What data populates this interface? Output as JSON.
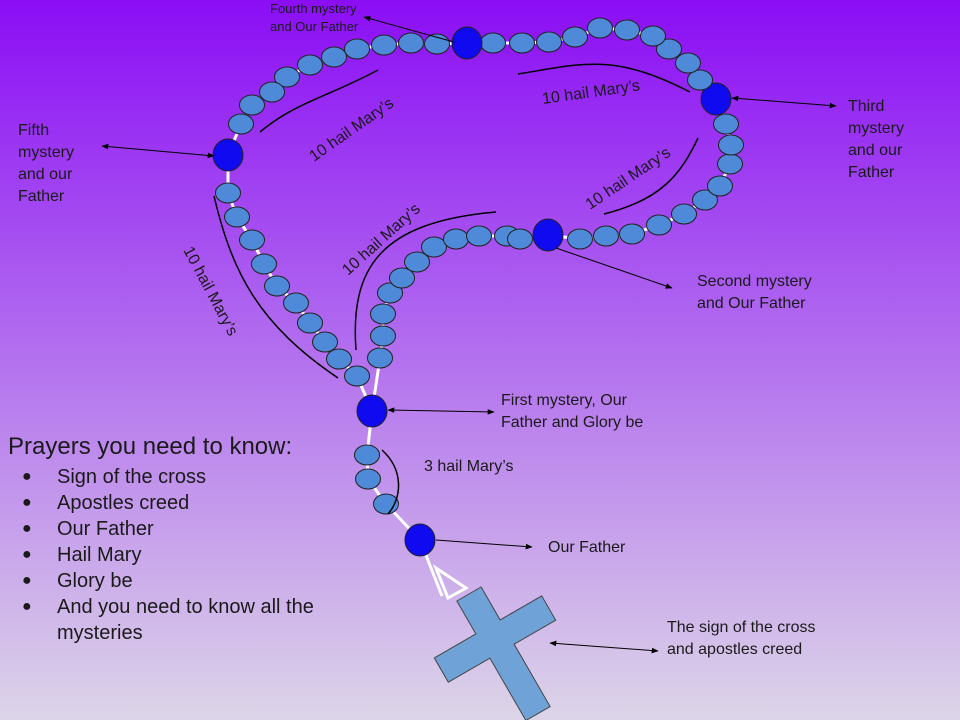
{
  "colors": {
    "bg_top": "#8b0df5",
    "bg_bottom": "#dcd5e8",
    "small_bead": "#4f8ad8",
    "big_bead": "#0f0af0",
    "cross": "#6fa3d8",
    "chain": "#ffffff",
    "bracket": "#000000"
  },
  "labels": {
    "fourth": "Fourth mystery and Our Father",
    "fifth": "Fifth mystery and our Father",
    "third": "Third mystery and our Father",
    "second": "Second mystery and Our Father",
    "first": "First mystery, Our Father and Glory be",
    "three_hail": "3 hail Mary’s",
    "our_father": "Our Father",
    "cross": "The sign of the cross and apostles creed"
  },
  "decade_labels": [
    "10 hail Mary’s",
    "10 hail Mary’s",
    "10 hail Mary’s",
    "10 hail Mary’s",
    "10 hail Mary’s"
  ],
  "prayers": {
    "title": "Prayers you need to know:",
    "items": [
      "Sign of the cross",
      "Apostles creed",
      "Our Father",
      "Hail Mary",
      "Glory be",
      "And you need to know all the mysteries"
    ]
  },
  "bullet": "●"
}
